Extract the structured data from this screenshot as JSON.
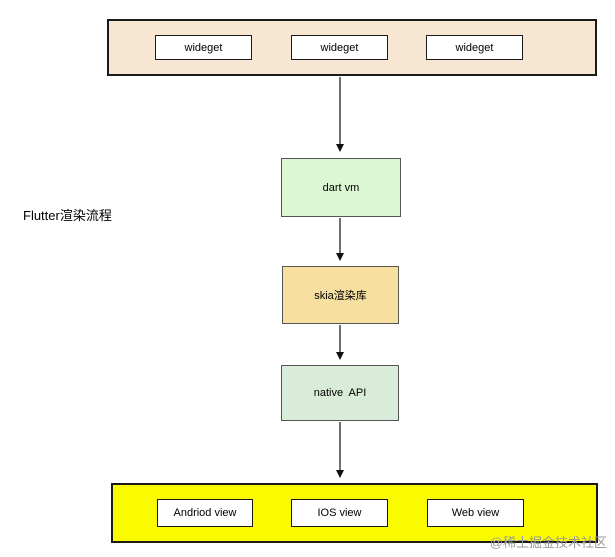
{
  "title": "Flutter渲染流程",
  "top_layer": {
    "items": [
      "wideget",
      "wideget",
      "wideget"
    ]
  },
  "flow": {
    "dart_vm": "dart vm",
    "skia": "skia渲染库",
    "native_api": "native  API"
  },
  "bottom_layer": {
    "items": [
      "Andriod view",
      "IOS view",
      "Web view"
    ]
  },
  "watermark": "@稀土掘金技术社区",
  "colors": {
    "top_container": "#f6e6d2",
    "bottom_container": "#fbfb00",
    "dart_vm": "#dcf8d2",
    "skia": "#f7df9f",
    "native_api": "#d9ecd9"
  }
}
